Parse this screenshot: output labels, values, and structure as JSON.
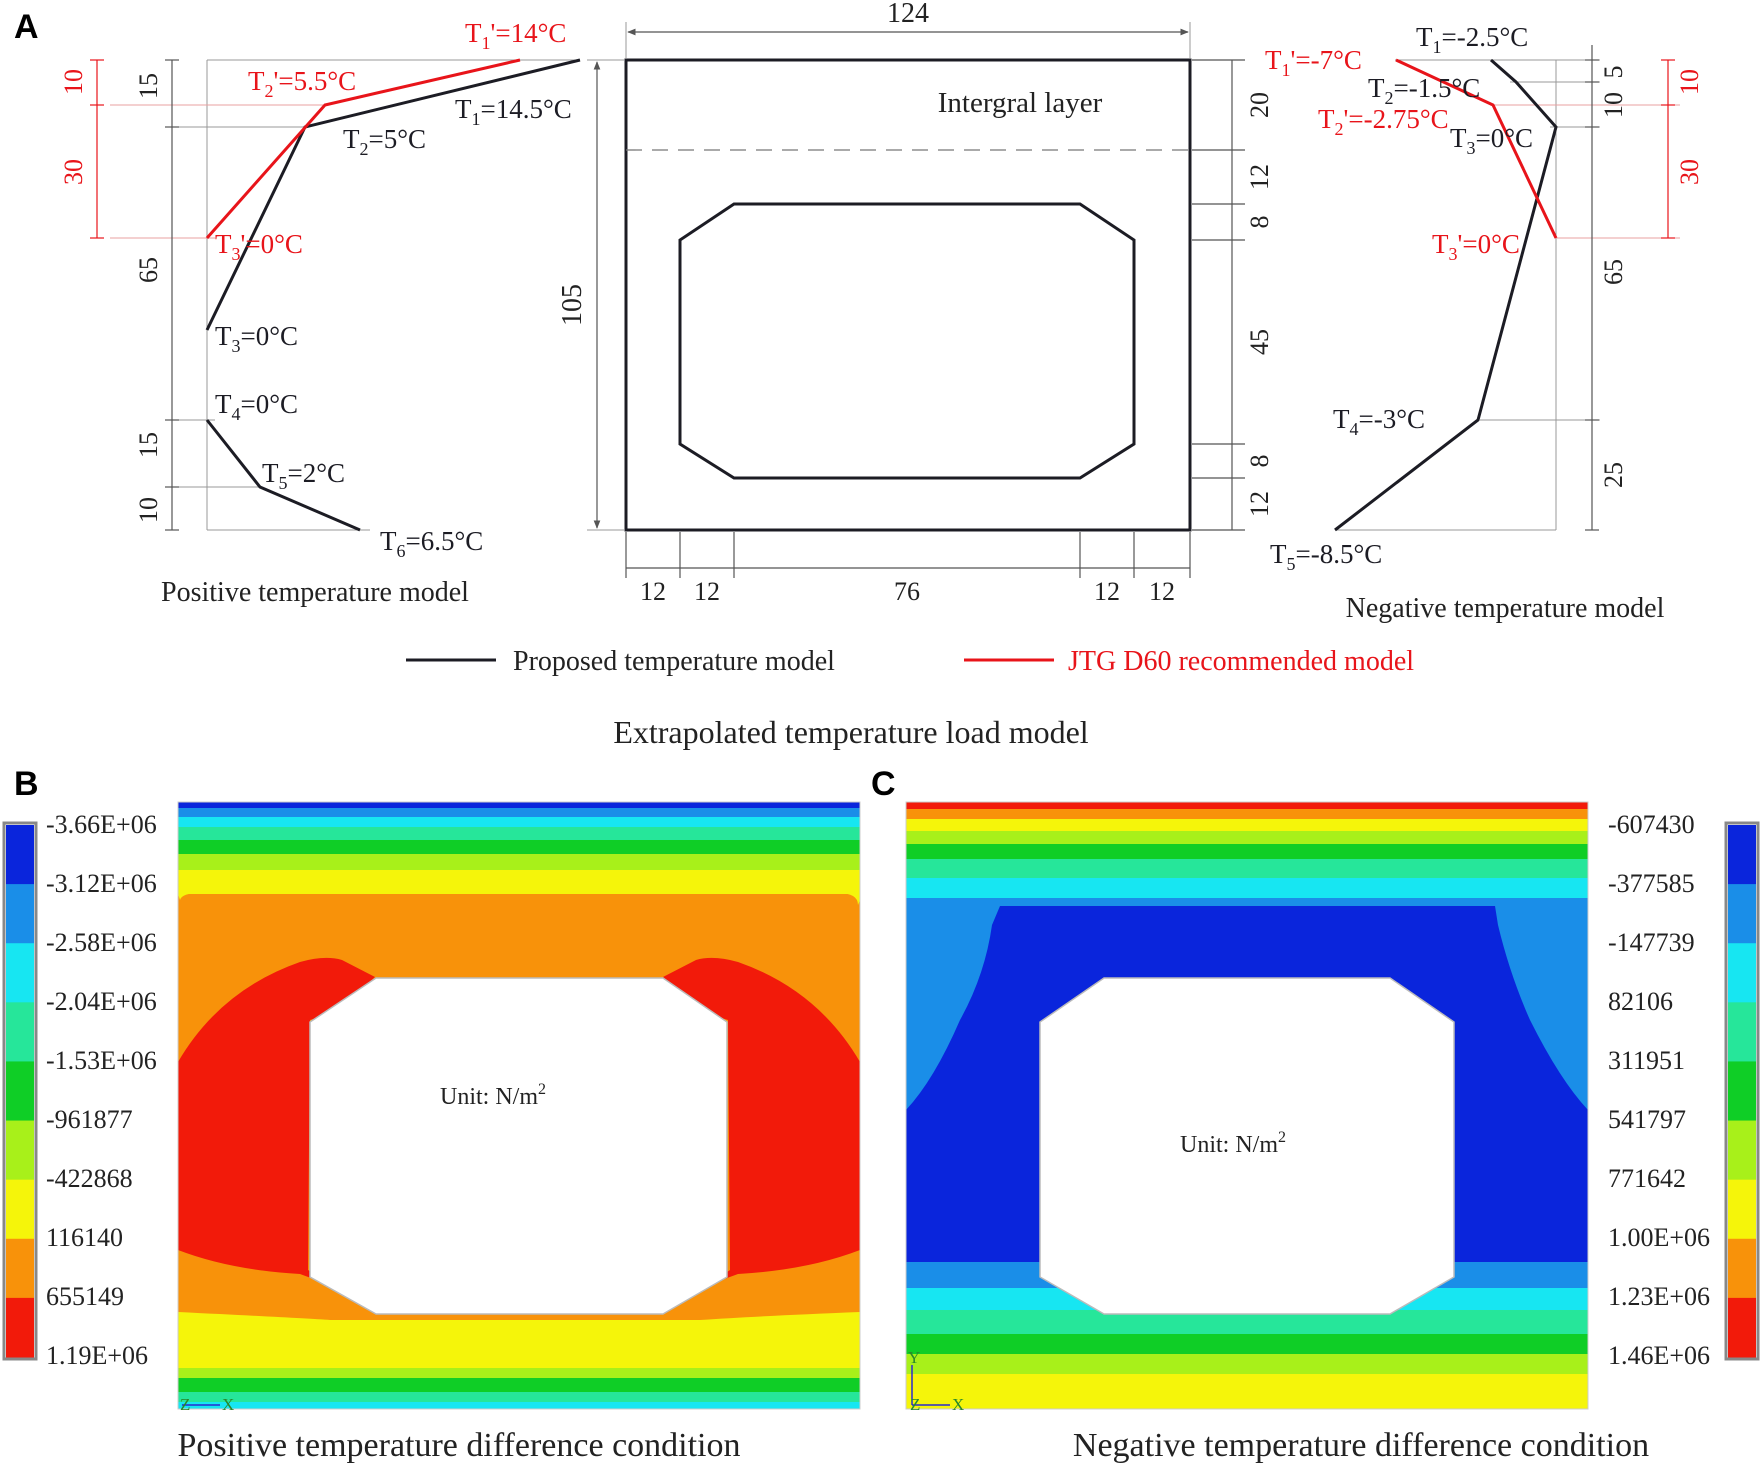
{
  "panel_labels": {
    "a": "A",
    "b": "B",
    "c": "C"
  },
  "colors": {
    "proposed": "#1c1c24",
    "jtg": "#e8141a",
    "dim": "#555555",
    "contour": [
      "#0a25dc",
      "#1a8ee8",
      "#17e6f2",
      "#26e69a",
      "#0fce26",
      "#a8f01a",
      "#f5f50a",
      "#f8920a",
      "#f21a0a"
    ]
  },
  "section": {
    "top_width": "124",
    "height": "105",
    "layer_label": "Intergral layer",
    "right_dims": [
      "20",
      "12",
      "8",
      "45",
      "8",
      "12"
    ],
    "bottom_dims": [
      "12",
      "12",
      "76",
      "12",
      "12"
    ]
  },
  "positive_model": {
    "title": "Positive temperature model",
    "dims_black": [
      "15",
      "65",
      "15",
      "10"
    ],
    "dims_red": [
      "10",
      "30"
    ],
    "labels_black": {
      "t1": {
        "sym": "T",
        "sub": "1",
        "val": "=14.5°C"
      },
      "t2": {
        "sym": "T",
        "sub": "2",
        "val": "=5°C"
      },
      "t3": {
        "sym": "T",
        "sub": "3",
        "val": "=0°C"
      },
      "t4": {
        "sym": "T",
        "sub": "4",
        "val": "=0°C"
      },
      "t5": {
        "sym": "T",
        "sub": "5",
        "val": "=2°C"
      },
      "t6": {
        "sym": "T",
        "sub": "6",
        "val": "=6.5°C"
      }
    },
    "labels_red": {
      "t1": {
        "sym": "T",
        "sub": "1",
        "val": "'=14°C"
      },
      "t2": {
        "sym": "T",
        "sub": "2",
        "val": "'=5.5°C"
      },
      "t3": {
        "sym": "T",
        "sub": "3",
        "val": "'=0°C"
      }
    }
  },
  "negative_model": {
    "title": "Negative temperature model",
    "dims_black": [
      "5",
      "10",
      "65",
      "25"
    ],
    "dims_red": [
      "10",
      "30"
    ],
    "labels_black": {
      "t1": {
        "sym": "T",
        "sub": "1",
        "val": "=-2.5°C"
      },
      "t2": {
        "sym": "T",
        "sub": "2",
        "val": "=-1.5°C"
      },
      "t3": {
        "sym": "T",
        "sub": "3",
        "val": "=0°C"
      },
      "t4": {
        "sym": "T",
        "sub": "4",
        "val": "=-3°C"
      },
      "t5": {
        "sym": "T",
        "sub": "5",
        "val": "=-8.5°C"
      }
    },
    "labels_red": {
      "t1": {
        "sym": "T",
        "sub": "1",
        "val": "'=-7°C"
      },
      "t2": {
        "sym": "T",
        "sub": "2",
        "val": "'=-2.75°C"
      },
      "t3": {
        "sym": "T",
        "sub": "3",
        "val": "'=0°C"
      }
    }
  },
  "legend": {
    "proposed": "Proposed temperature model",
    "jtg": "JTG D60 recommended model"
  },
  "panel_a_caption": "Extrapolated temperature load model",
  "panel_b": {
    "scale": [
      "-3.66E+06",
      "-3.12E+06",
      "-2.58E+06",
      "-2.04E+06",
      "-1.53E+06",
      "-961877",
      "-422868",
      "116140",
      "655149",
      "1.19E+06"
    ],
    "unit_prefix": "Unit:  N/m",
    "unit_sup": "2",
    "caption": "Positive temperature difference condition",
    "axis_z": "Z",
    "axis_x": "X"
  },
  "panel_c": {
    "scale": [
      "-607430",
      "-377585",
      "-147739",
      "82106",
      "311951",
      "541797",
      "771642",
      "1.00E+06",
      "1.23E+06",
      "1.46E+06"
    ],
    "unit_prefix": "Unit:  N/m",
    "unit_sup": "2",
    "caption": "Negative temperature difference condition",
    "axis_z": "Z",
    "axis_x": "X",
    "axis_y": "Y"
  }
}
